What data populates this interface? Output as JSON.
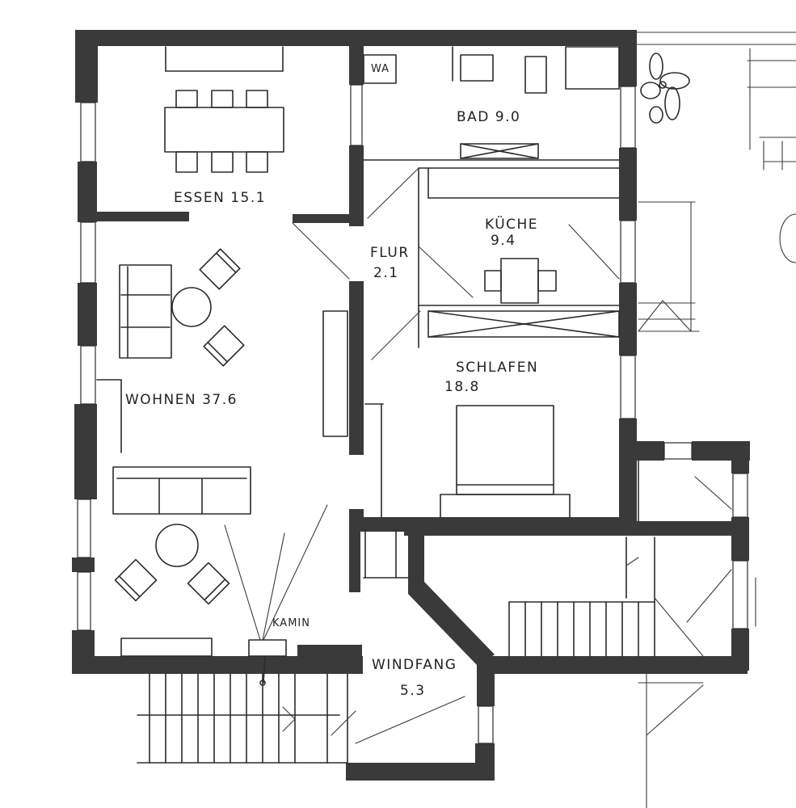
{
  "rooms": [
    {
      "name": "ESSEN",
      "area": "15.1"
    },
    {
      "name": "BAD",
      "area": "9.0"
    },
    {
      "name": "KÜCHE",
      "area": "9.4"
    },
    {
      "name": "FLUR",
      "area": "2.1"
    },
    {
      "name": "SCHLAFEN",
      "area": "18.8"
    },
    {
      "name": "WOHNEN",
      "area": "37.6"
    },
    {
      "name": "WINDFANG",
      "area": "5.3"
    }
  ],
  "labels": {
    "wa": "WA",
    "kamin": "KAMIN"
  }
}
